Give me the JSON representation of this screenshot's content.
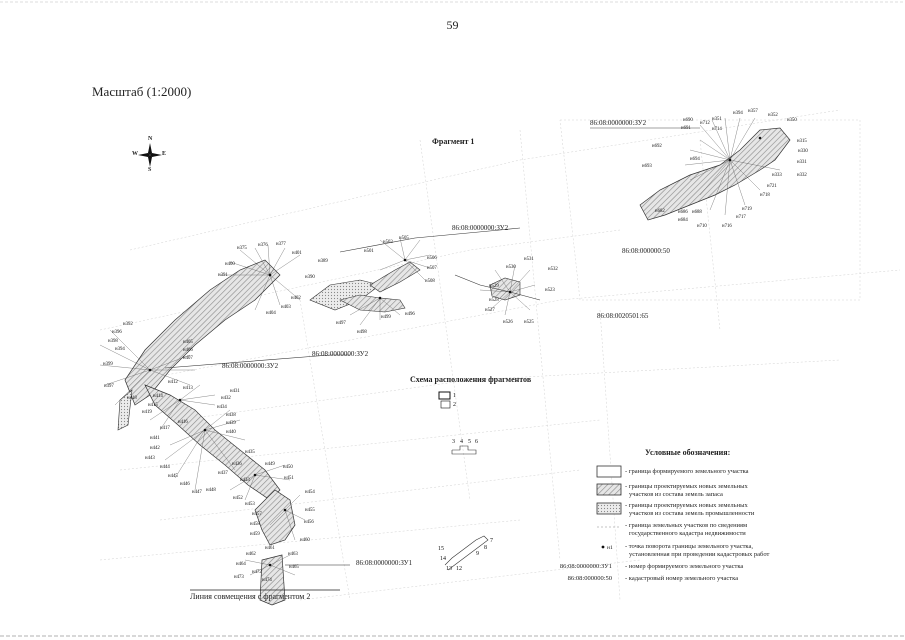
{
  "page_number": "59",
  "scale_label": "Масштаб (1:2000)",
  "compass": {
    "n": "N",
    "s": "S",
    "e": "E",
    "w": "W"
  },
  "fragment_title": "Фрагмент 1",
  "scheme_title": "Схема расположения фрагментов",
  "scheme_numbers": {
    "a": "1",
    "b": "2",
    "c": "3",
    "d": "4",
    "e": "5",
    "f": "6",
    "g": "15",
    "h": "14",
    "i": "13",
    "j": "12",
    "k": "9",
    "l": "8",
    "m": "7"
  },
  "parcels": {
    "zu2_top_right": "86:08:0000000:ЗУ2",
    "zu2_middle": "86:08:0000000:ЗУ2",
    "zu2_lower_mid": "86:08:0000000:ЗУ2",
    "zu2_left": "86:08:0000000:ЗУ2",
    "zu1": "86:08:0000000:ЗУ1",
    "cad_50": "86:08:000000:50",
    "cad_65": "86:08:0020501:65"
  },
  "bottom_label": "Линия совмещения с фрагментом 2",
  "legend": {
    "title": "Условные обозначения:",
    "items": [
      "- граница формируемого земельного участка",
      "- границы проектируемых новых земельных",
      "участков из состава земель запаса",
      "- границы проектируемых новых земельных",
      "участков из состава земель промышленности",
      "- граница земельных участков по сведениям",
      "государственного кадастра недвижимости",
      "- точка поворота границы земельного участка,",
      "установленная при проведении кадастровых работ",
      "- номер формируемого земельного участка",
      "- кадастровый номер земельного участка"
    ],
    "point_symbol": "н1",
    "code_zu": "86:08:0000000:ЗУ1",
    "code_cad": "86:08:000000:50"
  },
  "points": {
    "p1": "н394",
    "p2": "н357",
    "p3": "н352",
    "p4": "н350",
    "p5": "н351",
    "p6": "н712",
    "p7": "н714",
    "p8": "н690",
    "p9": "н691",
    "p10": "н692",
    "p11": "н693",
    "p12": "н694",
    "p13": "н315",
    "p14": "н330",
    "p15": "н331",
    "p16": "н332",
    "p17": "н333",
    "p18": "н721",
    "p19": "н718",
    "p20": "н719",
    "p21": "н717",
    "p22": "н716",
    "p23": "н710",
    "p24": "н688",
    "p25": "н686",
    "p26": "н684",
    "p27": "н682",
    "p28": "н375",
    "p29": "н376",
    "p30": "н377",
    "p31": "н401",
    "p32": "н400",
    "p33": "н391",
    "p34": "н389",
    "p35": "н390",
    "p36": "н402",
    "p37": "н403",
    "p38": "н404",
    "p39": "н501",
    "p40": "н503",
    "p41": "н505",
    "p42": "н506",
    "p43": "н507",
    "p44": "н508",
    "p45": "н497",
    "p46": "н498",
    "p47": "н499",
    "p48": "н496",
    "p49": "н531",
    "p50": "н530",
    "p51": "н532",
    "p52": "н529",
    "p53": "н528",
    "p54": "н527",
    "p55": "н526",
    "p56": "н525",
    "p57": "н523",
    "p58": "н392",
    "p59": "н396",
    "p60": "н398",
    "p61": "н394",
    "p62": "н399",
    "p63": "н397",
    "p64": "н405",
    "p65": "н406",
    "p66": "н407",
    "p67": "н412",
    "p68": "н413",
    "p69": "н414",
    "p70": "н415",
    "p71": "н416",
    "p72": "н417",
    "p73": "н418",
    "p74": "н419",
    "p75": "н432",
    "p76": "н431",
    "p77": "н434",
    "p78": "н438",
    "p79": "н439",
    "p80": "н440",
    "p81": "н441",
    "p82": "н442",
    "p83": "н443",
    "p84": "н444",
    "p85": "н445",
    "p86": "н446",
    "p87": "н447",
    "p88": "н448",
    "p89": "н435",
    "p90": "н436",
    "p91": "н437",
    "p92": "н433",
    "p93": "н449",
    "p94": "н450",
    "p95": "н451",
    "p96": "н452",
    "p97": "н453",
    "p98": "н454",
    "p99": "н455",
    "p100": "н456",
    "p101": "н457",
    "p102": "н458",
    "p103": "н459",
    "p104": "н460",
    "p105": "н461",
    "p106": "н462",
    "p107": "н463",
    "p108": "н464",
    "p109": "н465",
    "p110": "н472",
    "p111": "н473",
    "p112": "н474"
  },
  "colors": {
    "ink": "#222222",
    "hatch": "#9a9a9a",
    "faint": "#c8c8c8"
  }
}
